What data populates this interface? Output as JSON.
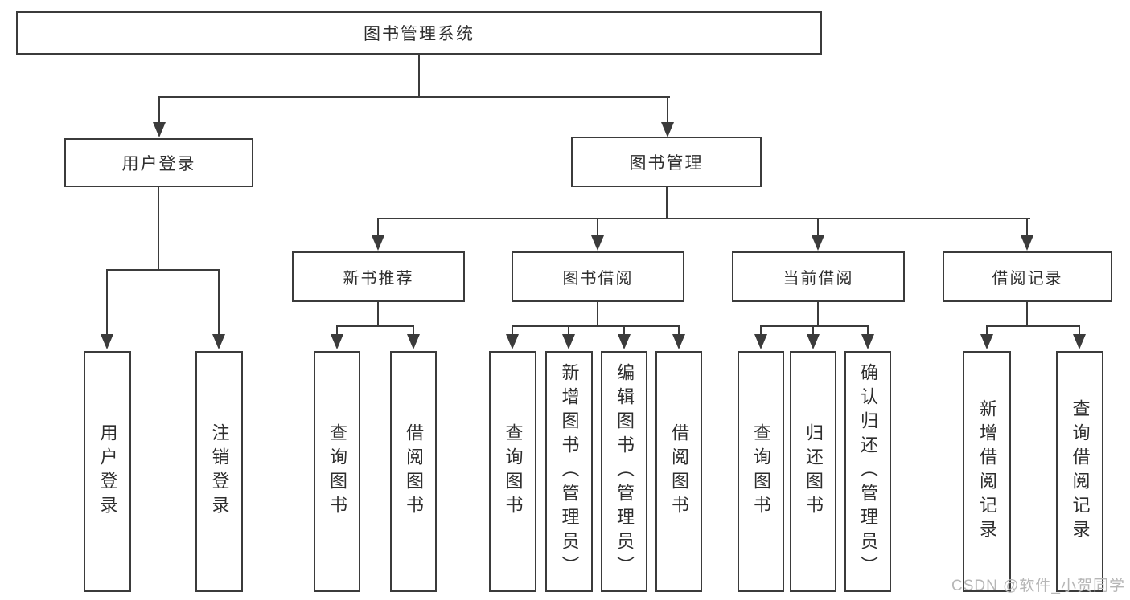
{
  "tree": {
    "root": {
      "label": "图书管理系统"
    },
    "branches": [
      {
        "label": "用户登录",
        "children": [
          {
            "label": "用户登录"
          },
          {
            "label": "注销登录"
          }
        ]
      },
      {
        "label": "图书管理",
        "children": [
          {
            "label": "新书推荐",
            "children": [
              {
                "label": "查询图书"
              },
              {
                "label": "借阅图书"
              }
            ]
          },
          {
            "label": "图书借阅",
            "children": [
              {
                "label": "查询图书"
              },
              {
                "label": "新增图书（管理员）"
              },
              {
                "label": "编辑图书（管理员）"
              },
              {
                "label": "借阅图书"
              }
            ]
          },
          {
            "label": "当前借阅",
            "children": [
              {
                "label": "查询图书"
              },
              {
                "label": "归还图书"
              },
              {
                "label": "确认归还（管理员）"
              }
            ]
          },
          {
            "label": "借阅记录",
            "children": [
              {
                "label": "新增借阅记录"
              },
              {
                "label": "查询借阅记录"
              }
            ]
          }
        ]
      }
    ]
  },
  "watermark": "CSDN @软件_小贺同学"
}
